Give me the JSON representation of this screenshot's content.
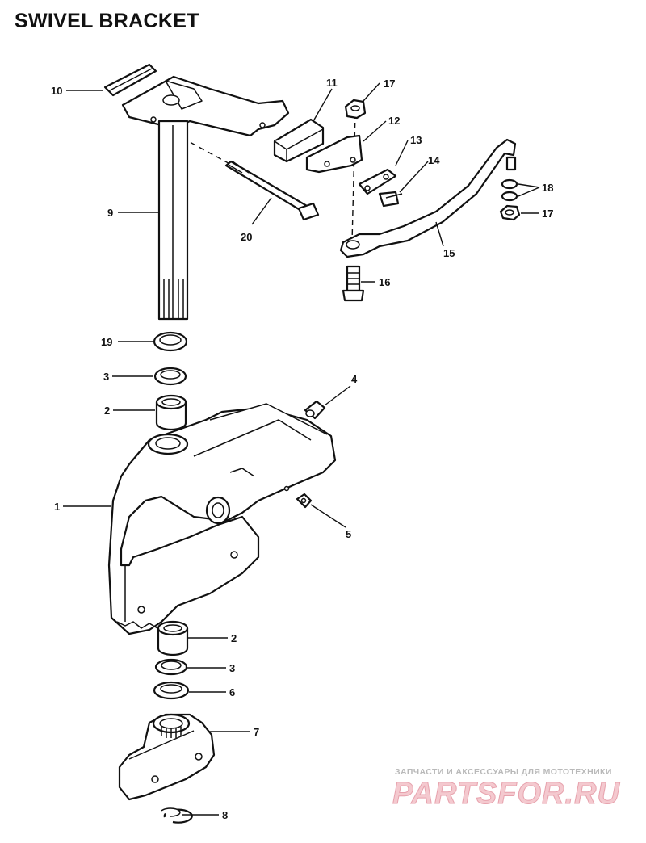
{
  "title": "SWIVEL BRACKET",
  "callouts": {
    "c10": "10",
    "c11": "11",
    "c17a": "17",
    "c12": "12",
    "c13": "13",
    "c14": "14",
    "c9": "9",
    "c20": "20",
    "c18": "18",
    "c17b": "17",
    "c15": "15",
    "c16": "16",
    "c19": "19",
    "c3a": "3",
    "c2a": "2",
    "c4": "4",
    "c1": "1",
    "c5": "5",
    "c2b": "2",
    "c3b": "3",
    "c6": "6",
    "c7": "7",
    "c8": "8"
  },
  "watermark": {
    "tagline": "ЗАПЧАСТИ И АКСЕССУАРЫ ДЛЯ МОТОТЕХНИКИ",
    "logo": "PARTSFOR.RU"
  }
}
